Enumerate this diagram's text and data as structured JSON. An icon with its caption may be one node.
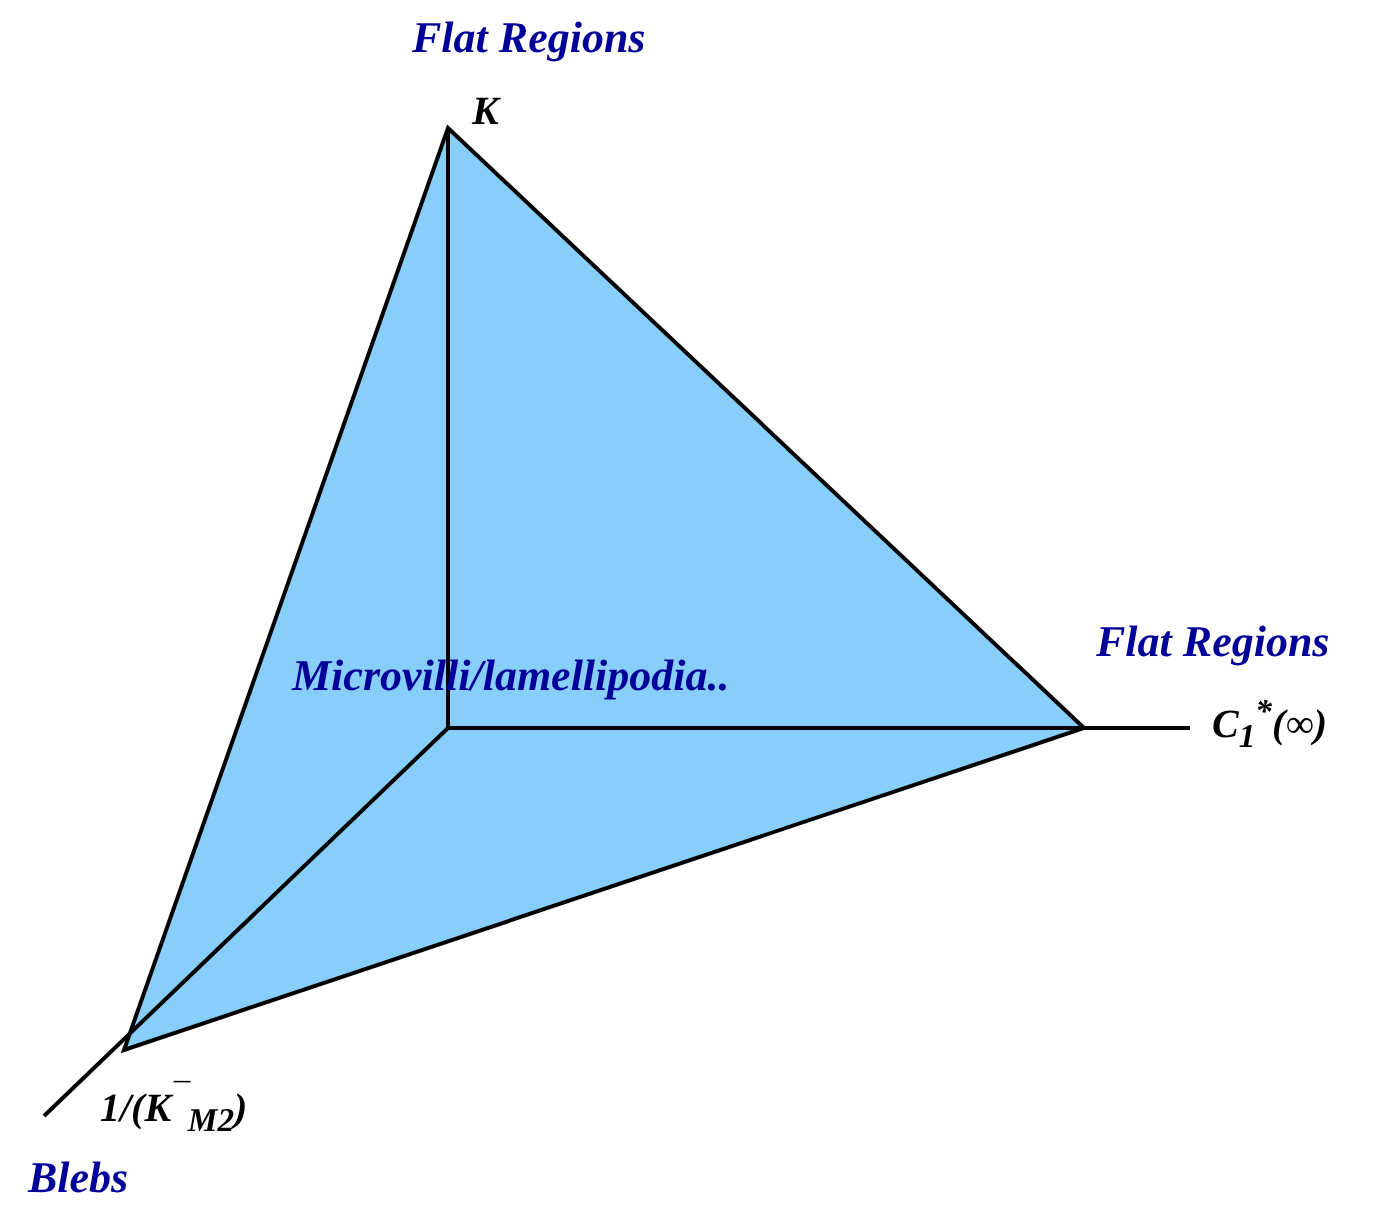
{
  "diagram": {
    "labels": [
      "Flat Regions",
      "K",
      "Flat Regions",
      "C$_{1}$$^{*}$(∞)",
      "Microvilli/lamellipodia..",
      "1/(K$^{¯}$$_{M2}$)",
      "Blebs"
    ]
  }
}
